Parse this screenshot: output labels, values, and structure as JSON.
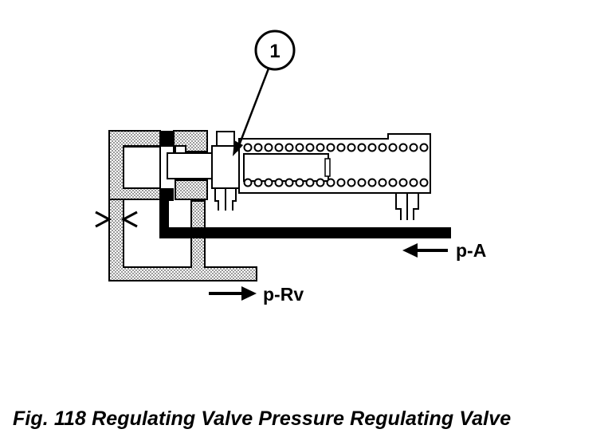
{
  "callout": {
    "number": "1"
  },
  "labels": {
    "pressure_a": "p-A",
    "pressure_rv": "p-Rv"
  },
  "caption": "Fig. 118 Regulating Valve Pressure Regulating Valve",
  "colors": {
    "ink": "#000000",
    "hatch": "#bdbdbd",
    "background": "#ffffff"
  }
}
